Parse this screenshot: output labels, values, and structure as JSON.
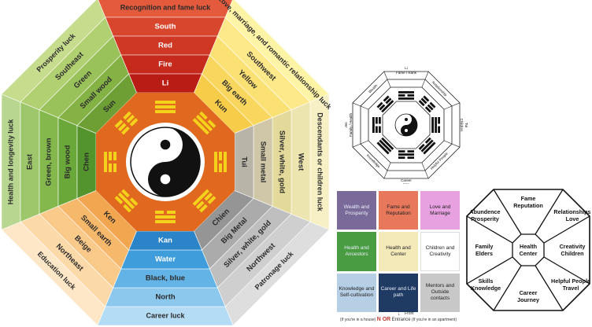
{
  "main_bagua": {
    "top": [
      "Recognition and fame luck",
      "South",
      "Red",
      "Fire",
      "Li"
    ],
    "top_right": [
      "Love, marriage, and romantic relationship luck",
      "Southwest",
      "Yellow",
      "Big earth",
      "Kun"
    ],
    "right": [
      "Descendants or children luck",
      "West",
      "Silver, white, gold",
      "Small metal",
      "Tui"
    ],
    "bottom_right": [
      "Patronage luck",
      "Northwest",
      "Silver, white, gold",
      "Big Metal",
      "Chien"
    ],
    "bottom": [
      "Career luck",
      "North",
      "Black, blue",
      "Water",
      "Kan"
    ],
    "bottom_left": [
      "Education luck",
      "Northeast",
      "Beige",
      "Small earth",
      "Ken"
    ],
    "left": [
      "Health and longevity luck",
      "East",
      "Green, brown",
      "Big wood",
      "Chen"
    ],
    "top_left": [
      "Prosperity luck",
      "Southeast",
      "Green",
      "Small wood",
      "Sun"
    ],
    "colors": {
      "top": [
        "#e45a3c",
        "#d8472d",
        "#cf3825",
        "#c52a1d",
        "#b81c14"
      ],
      "top_right": [
        "#fff3a6",
        "#fde98a",
        "#fbe073",
        "#f9d75f",
        "#f6cc48"
      ],
      "right": [
        "#f6f0c4",
        "#ece5b0",
        "#e2d99b",
        "#cfc7a8",
        "#b8b4a8"
      ],
      "bottom_right": [
        "#dedede",
        "#cfcfcf",
        "#bfbfbf",
        "#ababab",
        "#959595"
      ],
      "bottom": [
        "#b5dcf5",
        "#8cc8ee",
        "#64b3e6",
        "#3f9ddc",
        "#2a84c7"
      ],
      "bottom_left": [
        "#fde7c6",
        "#fbd9a8",
        "#f9ca8a",
        "#f6b86b",
        "#f2a64f"
      ],
      "left": [
        "#b9d690",
        "#9ec76c",
        "#84b84d",
        "#6ba83a",
        "#53942d"
      ],
      "top_left": [
        "#c7dd8e",
        "#b1d072",
        "#9ac25a",
        "#84b245",
        "#6d9f35"
      ],
      "ring": "#e0691f",
      "trigram": "#f4d21c"
    }
  },
  "mini_bagua": {
    "top": [
      "Li",
      "Fame / Rank"
    ],
    "bottom": [
      "Career",
      "Kan"
    ],
    "left": [
      "Jen",
      "Family / Health"
    ],
    "right": [
      "Tui",
      "Children"
    ],
    "top_left": "Wealth",
    "top_right": "Relationship",
    "bottom_left": "Knowledge",
    "bottom_right": "Helpful People"
  },
  "grid": {
    "cells": [
      {
        "label": "Wealth and Prosperity",
        "color": "#7a6a9a",
        "dark": true
      },
      {
        "label": "Fame and Reputation",
        "color": "#e8785c",
        "dark": false
      },
      {
        "label": "Love and Marriage",
        "color": "#e7a1e0",
        "dark": false
      },
      {
        "label": "Health and Ancestors",
        "color": "#4a9c42",
        "dark": true
      },
      {
        "label": "Health and Center",
        "color": "#f4e9b8",
        "dark": false
      },
      {
        "label": "Children and Creativity",
        "color": "#ffffff",
        "dark": false
      },
      {
        "label": "Knowledge and Self-cultivation",
        "color": "#b6cfe4",
        "dark": false
      },
      {
        "label": "Career and Life path",
        "color": "#1f3a63",
        "dark": true
      },
      {
        "label": "Mentors and Outside contacts",
        "color": "#c8c8c8",
        "dark": false
      }
    ],
    "footer_left": "(If you're in a house)",
    "footer_nor": "N OR",
    "footer_entrance": "Entrance",
    "footer_right": "(If you're in an apartment)",
    "footer_front": "Front"
  },
  "octagon": {
    "center": [
      "Health",
      "Center"
    ],
    "top": [
      "Fame",
      "Reputation"
    ],
    "top_left": [
      "Abundence",
      "Prosperity"
    ],
    "top_right": [
      "Relationships",
      "Love"
    ],
    "left": [
      "Family",
      "Elders"
    ],
    "right": [
      "Creativity",
      "Children"
    ],
    "bottom_left": [
      "Skills",
      "Knowledge"
    ],
    "bottom": [
      "Career",
      "Journey"
    ],
    "bottom_right": [
      "Helpful People",
      "Travel"
    ]
  }
}
